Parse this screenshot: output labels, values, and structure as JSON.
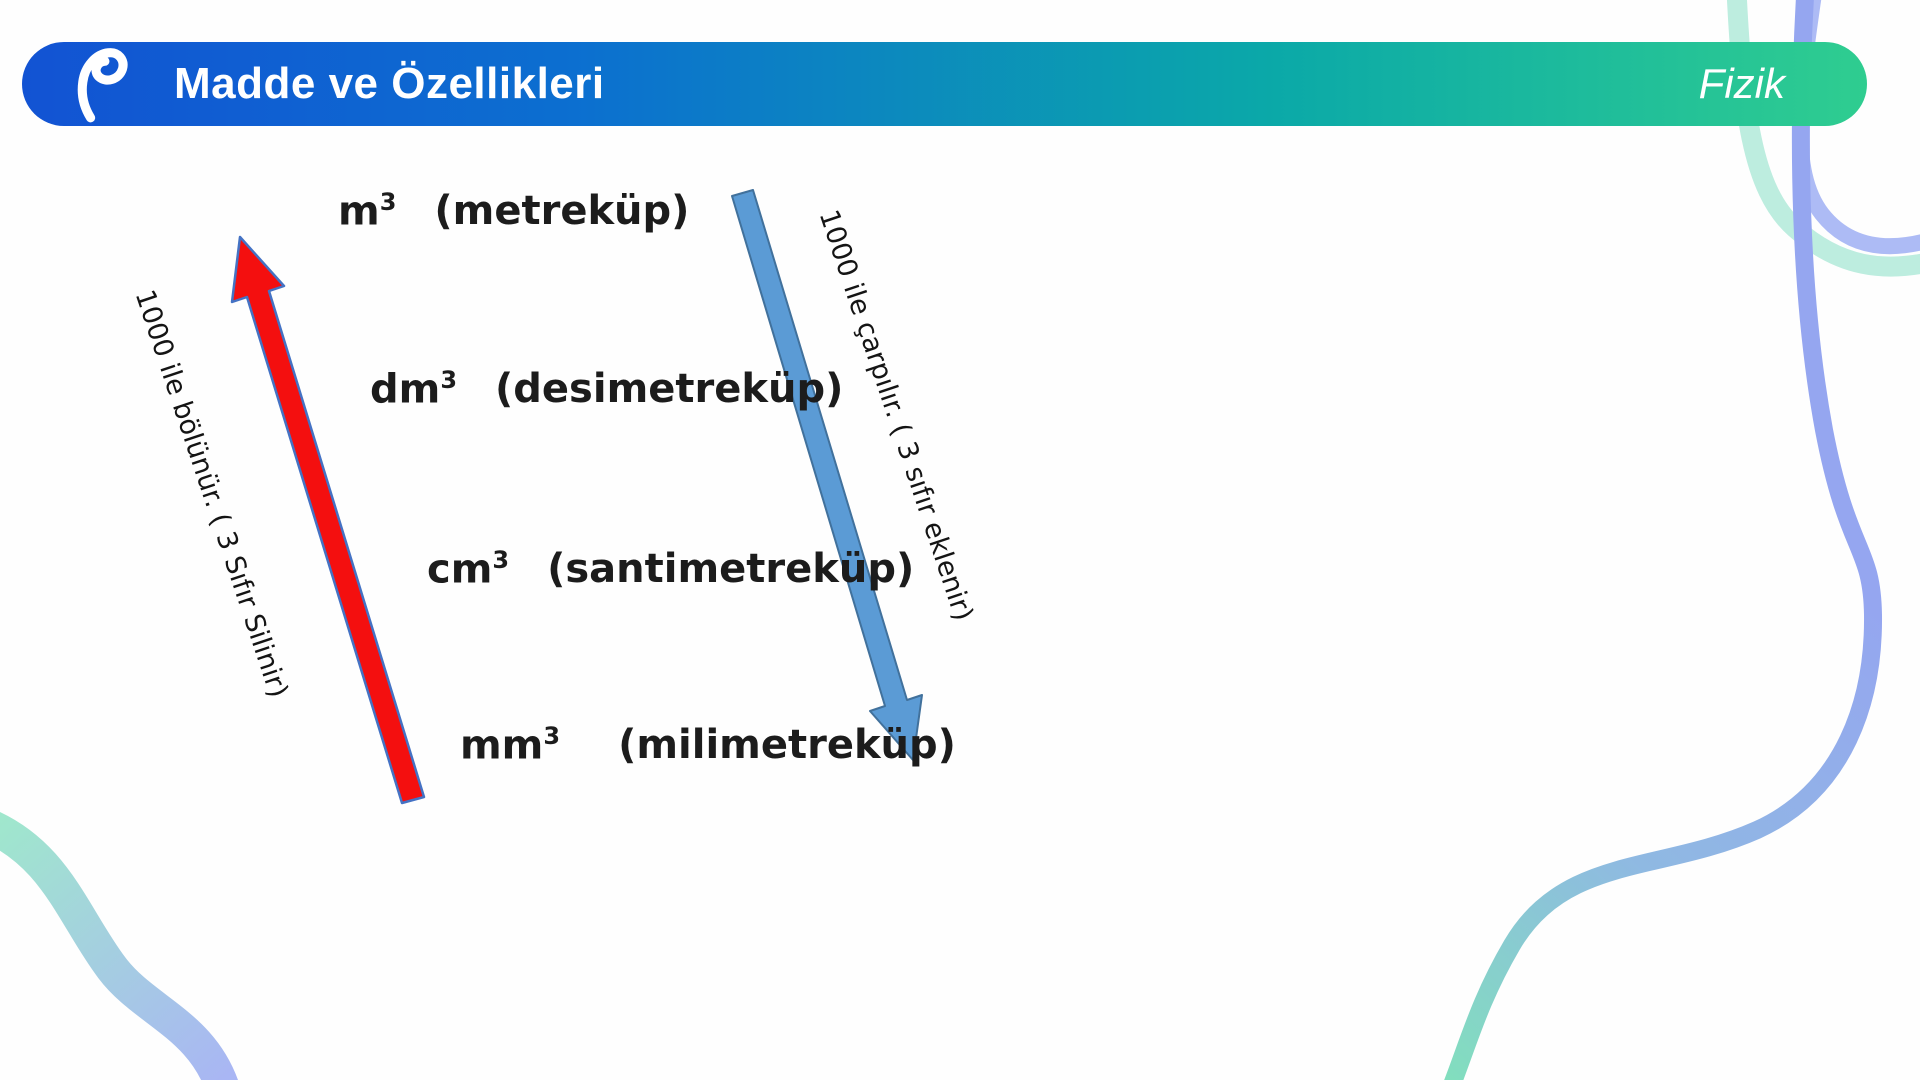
{
  "header": {
    "title": "Madde ve Özellikleri",
    "subject": "Fizik",
    "logo_icon": "script-p-logo",
    "gradient_colors": [
      "#1253d3",
      "#0c6fd0",
      "#0ba9a8",
      "#2fcd90"
    ],
    "text_color": "#ffffff"
  },
  "diagram": {
    "rows": [
      {
        "unit": "m",
        "sup": "3",
        "name": "(metreküp)"
      },
      {
        "unit": "dm",
        "sup": "3",
        "name": "(desimetreküp)"
      },
      {
        "unit": "cm",
        "sup": "3",
        "name": "(santimetreküp)"
      },
      {
        "unit": "mm",
        "sup": "3",
        "name": "(milimetreküp)"
      }
    ],
    "up_arrow": {
      "label": "1000 ile bölünür. ( 3 Sıfır Silinir)",
      "direction": "up",
      "fill": "#f40f0f",
      "outline": "#4472c4"
    },
    "down_arrow": {
      "label": "1000 ile çarpılır. ( 3 sıfır eklenir)",
      "direction": "down",
      "fill": "#5b9bd5",
      "outline": "#41719c"
    }
  }
}
